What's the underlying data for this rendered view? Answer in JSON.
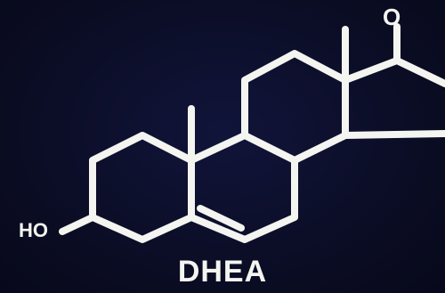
{
  "molecule": {
    "name": "DHEA",
    "hydroxyl_label": "HO",
    "oxygen_label": "O"
  },
  "colors": {
    "background": "#0b0d24",
    "bonds": "#f4f4f0"
  }
}
